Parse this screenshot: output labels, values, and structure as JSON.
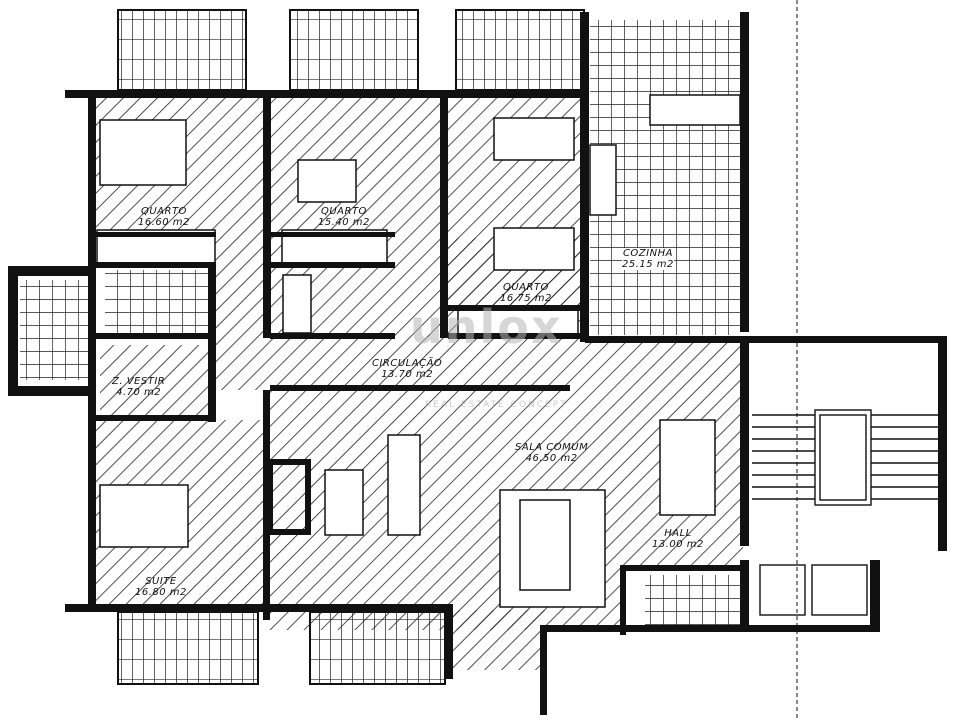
{
  "plan": {
    "rooms": [
      {
        "id": "quarto-1",
        "name": "QUARTO",
        "area": "16.60 m2"
      },
      {
        "id": "quarto-2",
        "name": "QUARTO",
        "area": "15.40 m2"
      },
      {
        "id": "quarto-3",
        "name": "QUARTO",
        "area": "16.75 m2"
      },
      {
        "id": "cozinha",
        "name": "COZINHA",
        "area": "25.15 m2"
      },
      {
        "id": "circulacao",
        "name": "CIRCULAÇÃO",
        "area": "13.70 m2"
      },
      {
        "id": "vestir",
        "name": "Z. VESTIR",
        "area": "4.70 m2"
      },
      {
        "id": "sala",
        "name": "SALA COMUM",
        "area": "46.50 m2"
      },
      {
        "id": "suite",
        "name": "SUITE",
        "area": "16.80 m2"
      },
      {
        "id": "hall",
        "name": "HALL",
        "area": "13.00 m2"
      }
    ],
    "watermark": {
      "logo": "unlox",
      "tagline": "REAL ESTATE CONCEPT"
    }
  }
}
